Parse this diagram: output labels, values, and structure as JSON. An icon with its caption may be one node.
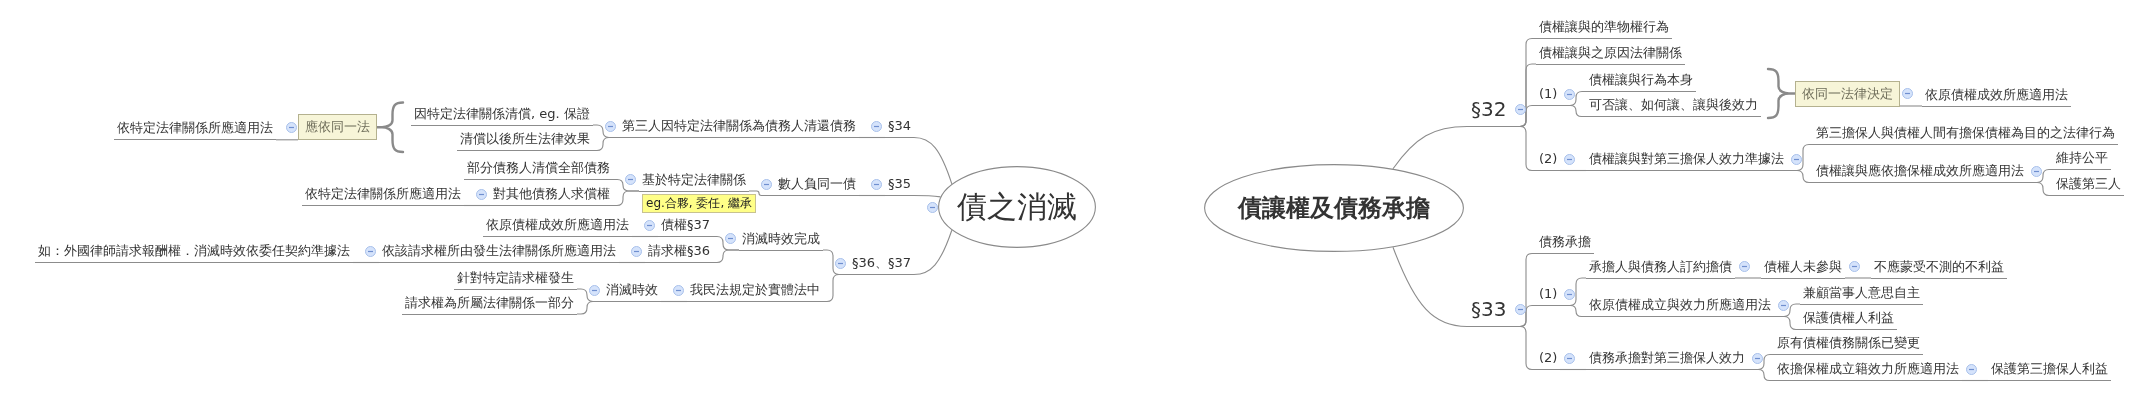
{
  "diagram": {
    "nodes": [
      {
        "text": [
          "債之消滅"
        ]
      },
      {
        "text": [
          "§34"
        ]
      },
      {
        "text": [
          "第三人因特定法律關係為債務人清還債務"
        ]
      },
      {
        "text": [
          "因特定法律關係清償, eg. 保證"
        ]
      },
      {
        "text": [
          "清償以後所生法律效果"
        ]
      },
      {
        "text": [
          "應依同一法"
        ]
      },
      {
        "text": [
          "依特定法律關係所應適用法"
        ]
      },
      {
        "text": [
          "§35"
        ]
      },
      {
        "text": [
          "數人負同一債"
        ]
      },
      {
        "text": [
          "基於特定法律關係"
        ],
        "beside": [
          "eg.合夥, 委任, 繼承"
        ]
      },
      {
        "text": [
          "部分債務人清償全部債務"
        ]
      },
      {
        "text": [
          "對其他債務人求償權"
        ]
      },
      {
        "text": [
          "依特定法律關係所應適用法"
        ]
      },
      {
        "text": [
          "§36、§37"
        ]
      },
      {
        "text": [
          "消滅時效完成"
        ]
      },
      {
        "text": [
          "債權§37"
        ]
      },
      {
        "text": [
          "依原債權成效所應適用法"
        ]
      },
      {
        "text": [
          "請求權§36"
        ]
      },
      {
        "text": [
          "依該請求權所由發生法律關係所應適用法"
        ]
      },
      {
        "text": [
          "如：外國律師請求報酬權．消滅時效依委任契約準據法"
        ]
      },
      {
        "text": [
          "我民法規定於實體法中"
        ]
      },
      {
        "text": [
          "消滅時效"
        ]
      },
      {
        "text": [
          "針對特定請求權發生"
        ]
      },
      {
        "text": [
          "請求權為所屬法律關係一部分"
        ]
      },
      {
        "text": [
          "債讓權及債務承擔"
        ]
      },
      {
        "text": [
          "§32"
        ]
      },
      {
        "text": [
          "債權讓與的準物權行為"
        ]
      },
      {
        "text": [
          "債權讓與之原因法律關係"
        ]
      },
      {
        "text": [
          "(1)"
        ]
      },
      {
        "text": [
          "債權讓與行為本身"
        ]
      },
      {
        "text": [
          "可否讓、如何讓、讓與後效力"
        ]
      },
      {
        "text": [
          "依同一法律決定"
        ]
      },
      {
        "text": [
          "依原債權成效所應適用法"
        ]
      },
      {
        "text": [
          "(2)"
        ]
      },
      {
        "text": [
          "債權讓與對第三擔保人效力準據法"
        ]
      },
      {
        "text": [
          "第三擔保人與債權人間有擔保債權為目的之法律行為"
        ]
      },
      {
        "text": [
          "債權讓與應依擔保權成效所應適用法"
        ]
      },
      {
        "text": [
          "維持公平"
        ]
      },
      {
        "text": [
          "保護第三人"
        ]
      },
      {
        "text": [
          "§33"
        ]
      },
      {
        "text": [
          "債務承擔"
        ]
      },
      {
        "text": [
          "(1)"
        ]
      },
      {
        "text": [
          "承擔人與債務人訂約擔債"
        ]
      },
      {
        "text": [
          "債權人未參與"
        ]
      },
      {
        "text": [
          "不應蒙受不測的不利益"
        ]
      },
      {
        "text": [
          "依原債權成立與效力所應適用法"
        ]
      },
      {
        "text": [
          "兼顧當事人意思自主"
        ]
      },
      {
        "text": [
          "保護債權人利益"
        ]
      },
      {
        "text": [
          "(2)"
        ]
      },
      {
        "text": [
          "債務承擔對第三擔保人效力"
        ]
      },
      {
        "text": [
          "原有債權債務關係已變更"
        ]
      },
      {
        "text": [
          "依擔保權成立籍效力所應適用法"
        ]
      },
      {
        "text": [
          "保護第三擔保人利益"
        ]
      }
    ],
    "edges": [
      {
        "from": 0,
        "to": 1,
        "arrow": "none"
      },
      {
        "from": 1,
        "to": 2,
        "arrow": "none"
      },
      {
        "from": 2,
        "to": 3,
        "arrow": "none"
      },
      {
        "from": 2,
        "to": 4,
        "arrow": "none"
      },
      {
        "from": 5,
        "to": 6,
        "arrow": "none"
      },
      {
        "from": 0,
        "to": 7,
        "arrow": "none"
      },
      {
        "from": 7,
        "to": 8,
        "arrow": "none"
      },
      {
        "from": 8,
        "to": 9,
        "arrow": "none"
      },
      {
        "from": 9,
        "to": 10,
        "arrow": "none"
      },
      {
        "from": 9,
        "to": 11,
        "arrow": "none"
      },
      {
        "from": 11,
        "to": 12,
        "arrow": "none"
      },
      {
        "from": 0,
        "to": 13,
        "arrow": "none"
      },
      {
        "from": 13,
        "to": 14,
        "arrow": "none"
      },
      {
        "from": 14,
        "to": 15,
        "arrow": "none"
      },
      {
        "from": 15,
        "to": 16,
        "arrow": "none"
      },
      {
        "from": 14,
        "to": 17,
        "arrow": "none"
      },
      {
        "from": 17,
        "to": 18,
        "arrow": "none"
      },
      {
        "from": 18,
        "to": 19,
        "arrow": "none"
      },
      {
        "from": 13,
        "to": 20,
        "arrow": "none"
      },
      {
        "from": 20,
        "to": 21,
        "arrow": "none"
      },
      {
        "from": 21,
        "to": 22,
        "arrow": "none"
      },
      {
        "from": 21,
        "to": 23,
        "arrow": "none"
      },
      {
        "from": 24,
        "to": 25,
        "arrow": "none"
      },
      {
        "from": 25,
        "to": 26,
        "arrow": "none"
      },
      {
        "from": 25,
        "to": 27,
        "arrow": "none"
      },
      {
        "from": 25,
        "to": 28,
        "arrow": "none"
      },
      {
        "from": 28,
        "to": 29,
        "arrow": "none"
      },
      {
        "from": 28,
        "to": 30,
        "arrow": "none"
      },
      {
        "from": 31,
        "to": 32,
        "arrow": "none"
      },
      {
        "from": 25,
        "to": 33,
        "arrow": "none"
      },
      {
        "from": 33,
        "to": 34,
        "arrow": "none"
      },
      {
        "from": 34,
        "to": 35,
        "arrow": "none"
      },
      {
        "from": 34,
        "to": 36,
        "arrow": "none"
      },
      {
        "from": 36,
        "to": 37,
        "arrow": "none"
      },
      {
        "from": 36,
        "to": 38,
        "arrow": "none"
      },
      {
        "from": 24,
        "to": 39,
        "arrow": "none"
      },
      {
        "from": 39,
        "to": 40,
        "arrow": "none"
      },
      {
        "from": 39,
        "to": 41,
        "arrow": "none"
      },
      {
        "from": 41,
        "to": 42,
        "arrow": "none"
      },
      {
        "from": 42,
        "to": 43,
        "arrow": "none"
      },
      {
        "from": 43,
        "to": 44,
        "arrow": "none"
      },
      {
        "from": 41,
        "to": 45,
        "arrow": "none"
      },
      {
        "from": 45,
        "to": 46,
        "arrow": "none"
      },
      {
        "from": 45,
        "to": 47,
        "arrow": "none"
      },
      {
        "from": 39,
        "to": 48,
        "arrow": "none"
      },
      {
        "from": 48,
        "to": 49,
        "arrow": "none"
      },
      {
        "from": 49,
        "to": 50,
        "arrow": "none"
      },
      {
        "from": 49,
        "to": 51,
        "arrow": "none"
      },
      {
        "from": 51,
        "to": 52,
        "arrow": "none"
      }
    ]
  }
}
